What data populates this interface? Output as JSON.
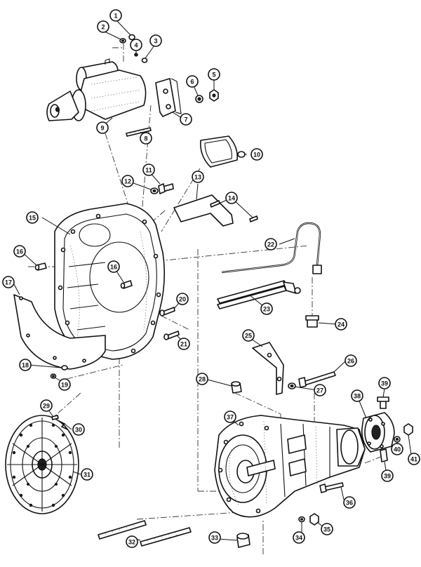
{
  "callouts": [
    {
      "n": "1"
    },
    {
      "n": "2"
    },
    {
      "n": "3"
    },
    {
      "n": "4"
    },
    {
      "n": "5"
    },
    {
      "n": "6"
    },
    {
      "n": "7"
    },
    {
      "n": "8"
    },
    {
      "n": "9"
    },
    {
      "n": "10"
    },
    {
      "n": "11"
    },
    {
      "n": "12"
    },
    {
      "n": "13"
    },
    {
      "n": "14"
    },
    {
      "n": "15"
    },
    {
      "n": "16"
    },
    {
      "n": "16"
    },
    {
      "n": "17"
    },
    {
      "n": "18"
    },
    {
      "n": "19"
    },
    {
      "n": "20"
    },
    {
      "n": "21"
    },
    {
      "n": "22"
    },
    {
      "n": "23"
    },
    {
      "n": "24"
    },
    {
      "n": "25"
    },
    {
      "n": "26"
    },
    {
      "n": "27"
    },
    {
      "n": "28"
    },
    {
      "n": "29"
    },
    {
      "n": "30"
    },
    {
      "n": "31"
    },
    {
      "n": "32"
    },
    {
      "n": "33"
    },
    {
      "n": "34"
    },
    {
      "n": "35"
    },
    {
      "n": "36"
    },
    {
      "n": "37"
    },
    {
      "n": "38"
    },
    {
      "n": "39"
    },
    {
      "n": "39"
    },
    {
      "n": "40"
    },
    {
      "n": "41"
    }
  ]
}
